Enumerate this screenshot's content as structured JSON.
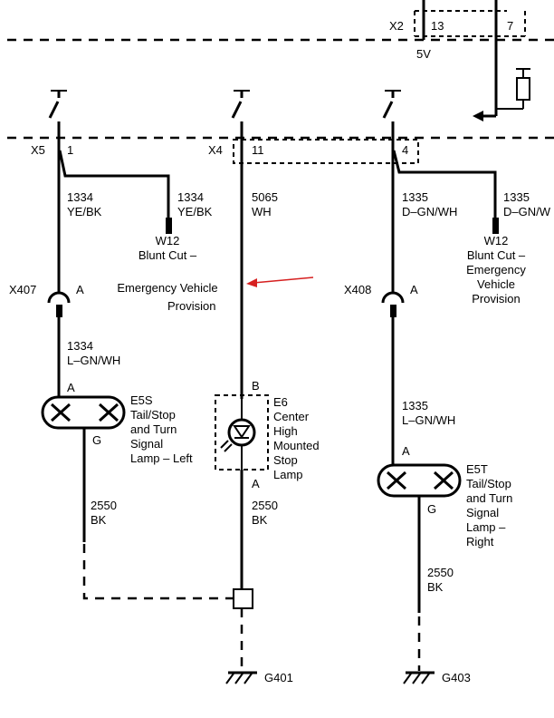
{
  "connectors": {
    "x2": "X2",
    "x2_pin_a": "13",
    "x2_pin_b": "7",
    "x2_voltage": "5V",
    "x5": "X5",
    "x5_pin": "1",
    "x4": "X4",
    "x4_pin": "11",
    "x4_right_pin": "4",
    "x407": "X407",
    "x407_pin": "A",
    "x408": "X408",
    "x408_pin": "A"
  },
  "wires": {
    "left_main_num": "1334",
    "left_main_color": "YE/BK",
    "left_branch_num": "1334",
    "left_branch_color": "YE/BK",
    "center_num": "5065",
    "center_color": "WH",
    "right_main_num": "1335",
    "right_main_color": "D–GN/WH",
    "right_branch_num": "1335",
    "right_branch_color": "D–GN/W",
    "left_lower_num": "1334",
    "left_lower_color": "L–GN/WH",
    "right_lower_num": "1335",
    "right_lower_color": "L–GN/WH",
    "left_ground_num": "2550",
    "left_ground_color": "BK",
    "center_ground_num": "2550",
    "center_ground_color": "BK",
    "right_ground_num": "2550",
    "right_ground_color": "BK"
  },
  "blunt_cut_left": {
    "id": "W12",
    "line1": "Blunt Cut –",
    "line2": "Emergency Vehicle",
    "line3": "Provision"
  },
  "blunt_cut_right": {
    "id": "W12",
    "line1": "Blunt Cut –",
    "line2": "Emergency",
    "line3": "Vehicle",
    "line4": "Provision"
  },
  "lamp_left": {
    "pin_top": "A",
    "pin_bottom": "G",
    "id": "E5S",
    "line1": "Tail/Stop",
    "line2": "and Turn",
    "line3": "Signal",
    "line4": "Lamp – Left"
  },
  "lamp_center": {
    "pin_top": "B",
    "pin_bottom": "A",
    "id": "E6",
    "line1": "Center",
    "line2": "High",
    "line3": "Mounted",
    "line4": "Stop",
    "line5": "Lamp"
  },
  "lamp_right": {
    "pin_top": "A",
    "pin_bottom": "G",
    "id": "E5T",
    "line1": "Tail/Stop",
    "line2": "and Turn",
    "line3": "Signal",
    "line4": "Lamp –",
    "line5": "Right"
  },
  "grounds": {
    "g401": "G401",
    "g403": "G403"
  },
  "colors": {
    "ink": "#000000",
    "annotation_arrow": "#d62020",
    "background": "#ffffff"
  }
}
